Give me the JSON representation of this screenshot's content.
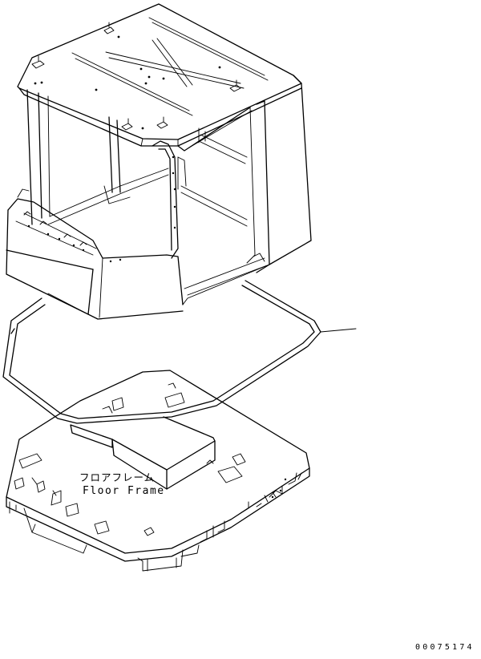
{
  "diagram": {
    "parts": [
      {
        "id": "cab",
        "name": "cab-body"
      },
      {
        "id": "seal",
        "name": "cab-seal"
      },
      {
        "id": "floor",
        "name": "floor-frame"
      }
    ],
    "labels": {
      "floor_frame_jp": "フロアフレーム",
      "floor_frame_en": "Floor Frame"
    },
    "document_number": "00075174"
  }
}
